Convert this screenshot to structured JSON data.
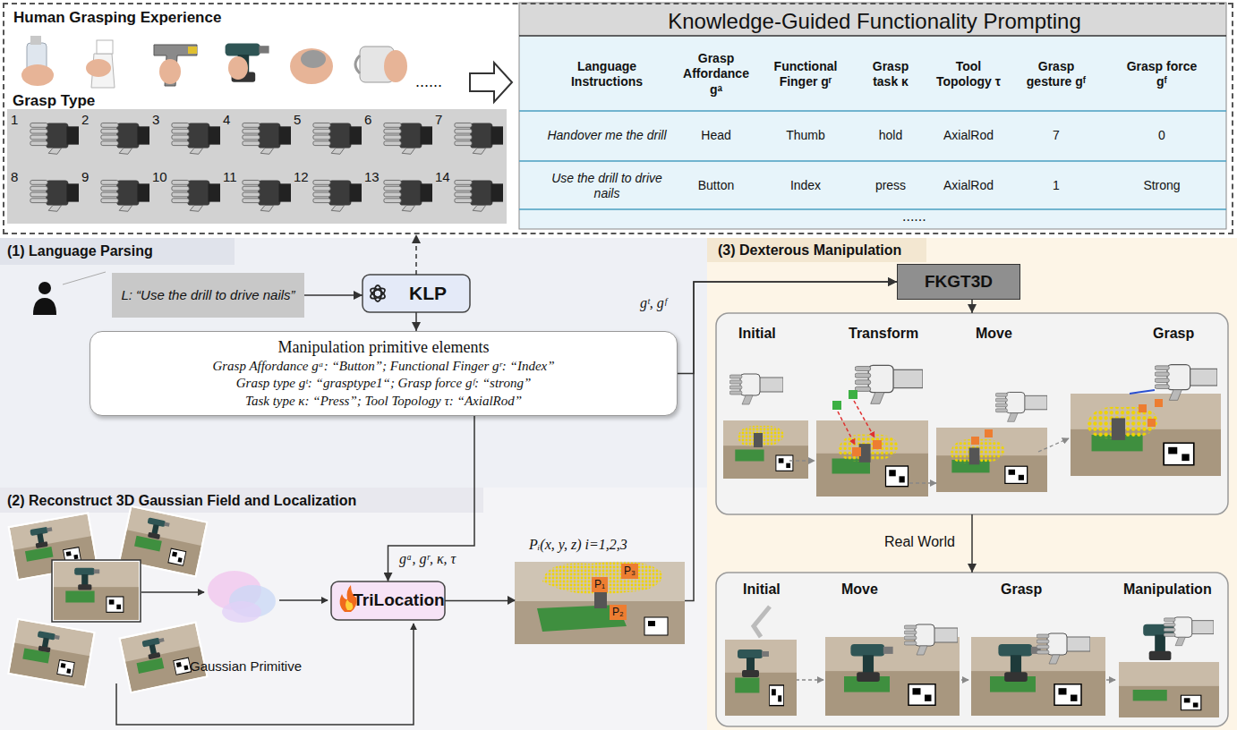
{
  "diagram": {
    "nodes": [
      {
        "text": [
          "Human Grasping Experience"
        ]
      },
      {
        "text": [
          "Grasp Type"
        ],
        "in": 0
      },
      {
        "text": [
          "Knowledge-Guided Functionality Prompting"
        ],
        "in": 0
      },
      {
        "text": [
          "(1) Language Parsing"
        ]
      },
      {
        "text": [
          "L: “Use the drill to drive nails”"
        ],
        "in": 3
      },
      {
        "text": [
          "KLP"
        ],
        "in": 3
      },
      {
        "text": [
          "Manipulation primitive elements",
          "Grasp Affordance gᵃ: “Button”; Functional Finger gʳ: “Index”",
          "Grasp type gᵗ: “grasptype1“; Grasp force gᶠ: “strong”",
          "Task type κ: “Press”; Tool Topology τ: “AxialRod”"
        ],
        "in": 3
      },
      {
        "text": [
          "(2) Reconstruct 3D Gaussian Field and Localization"
        ]
      },
      {
        "text": [
          "TriLocation"
        ],
        "in": 7
      },
      {
        "text": [
          "(3) Dexterous Manipulation"
        ]
      },
      {
        "text": [
          "FKGT3D"
        ],
        "in": 9
      },
      {
        "text": [
          "Initial",
          "Transform",
          "Move",
          "Grasp"
        ],
        "in": 9
      },
      {
        "text": [
          "Initial",
          "Move",
          "Grasp",
          "Manipulation"
        ],
        "in": 9
      }
    ],
    "edges": [
      {
        "from": 4,
        "to": 5,
        "arrow": "to"
      },
      {
        "from": 5,
        "to": 0,
        "arrow": "to"
      },
      {
        "from": 5,
        "to": 6,
        "arrow": "to"
      },
      {
        "from": 6,
        "to": 10,
        "label": "gᵗ, gᶠ",
        "arrow": "to"
      },
      {
        "from": 6,
        "to": 8,
        "label": "gᵃ, gʳ, κ, τ",
        "arrow": "to"
      },
      {
        "from": 8,
        "to": 10,
        "label": "Pᵢ(x, y, z) i=1,2,3",
        "arrow": "to"
      },
      {
        "from": 10,
        "to": 11,
        "arrow": "to"
      },
      {
        "from": 11,
        "to": 12,
        "label": "Real World",
        "arrow": "to"
      }
    ],
    "labels": [
      "......",
      "1",
      "2",
      "3",
      "4",
      "5",
      "6",
      "7",
      "8",
      "9",
      "10",
      "11",
      "12",
      "13",
      "14",
      "Language Instructions",
      "Grasp Affordance gᵃ",
      "Functional Finger gʳ",
      "Grasp task κ",
      "Tool Topology τ",
      "Grasp gesture gᶠ",
      "Grasp force gᶠ",
      "Handover me the drill",
      "Head",
      "Thumb",
      "hold",
      "AxialRod",
      "7",
      "0",
      "Use the drill to drive nails",
      "Button",
      "Index",
      "press",
      "AxialRod",
      "1",
      "Strong",
      "......",
      "Gaussian Primitive",
      "P₁",
      "P₃",
      "P₂"
    ]
  }
}
